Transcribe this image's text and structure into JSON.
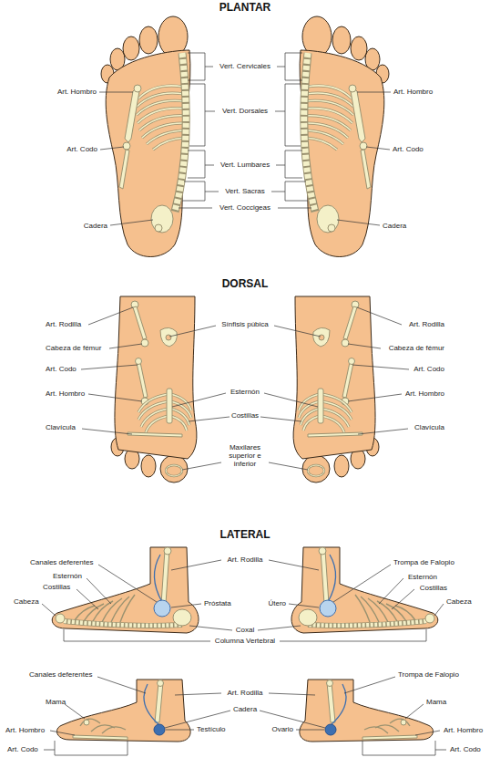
{
  "diagram": {
    "labels": [
      "PLANTAR",
      "Vert. Cervicales",
      "Art. Hombro",
      "Art. Hombro",
      "Vert. Dorsales",
      "Art. Codo",
      "Art. Codo",
      "Vert. Lumbares",
      "Vert. Sacras",
      "Vert. Coccigeas",
      "Cadera",
      "Cadera",
      "DORSAL",
      "Art. Rodilla",
      "Sínfisis púbica",
      "Art. Rodilla",
      "Cabeza de fémur",
      "Cabeza de fémur",
      "Art. Codo",
      "Art. Codo",
      "Art. Hombro",
      "Esternón",
      "Art. Hombro",
      "Costillas",
      "Clavícula",
      "Clavícula",
      "Maxilares superior e inferior",
      "LATERAL",
      "Canales deferentes",
      "Art. Rodilla",
      "Trompa de Falopio",
      "Esternón",
      "Esternón",
      "Costillas",
      "Costillas",
      "Cabeza",
      "Cabeza",
      "Próstata",
      "Útero",
      "Coxal",
      "Columna Vertebral",
      "Canales deferentes",
      "Trompa de Falopio",
      "Art. Rodilla",
      "Mama",
      "Mama",
      "Cadera",
      "Art. Hombro",
      "Testículo",
      "Ovario",
      "Art. Hombro",
      "Art. Codo",
      "Art. Codo"
    ]
  }
}
